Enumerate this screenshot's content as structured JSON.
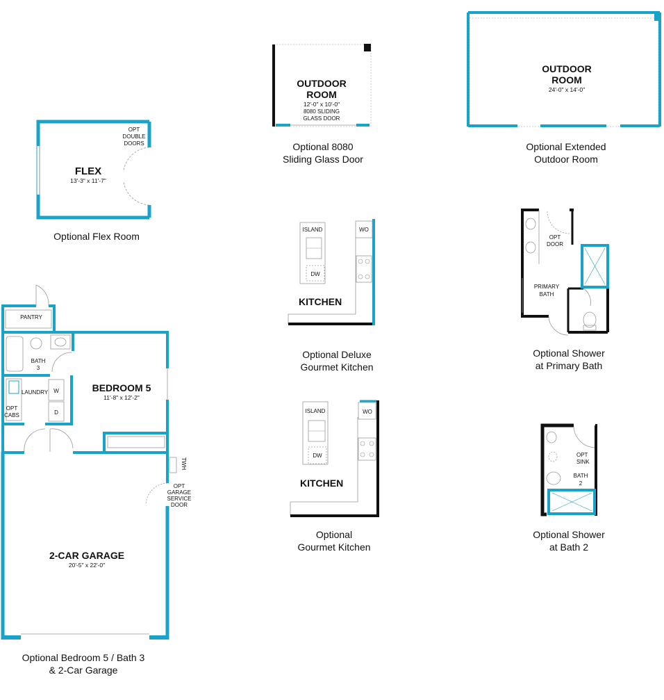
{
  "colors": {
    "wall": "#1aa3c8",
    "existing_wall": "#111111",
    "fixture": "#999999"
  },
  "flex": {
    "title": "FLEX",
    "dims": "13'-3\" x 11'-7\"",
    "opt_line1": "OPT",
    "opt_line2": "DOUBLE",
    "opt_line3": "DOORS",
    "caption": "Optional Flex Room"
  },
  "outdoor_8080": {
    "title_line1": "OUTDOOR",
    "title_line2": "ROOM",
    "dims": "12'-0\" x 10'-0\"",
    "note_line1": "8080 SLIDING",
    "note_line2": "GLASS DOOR",
    "caption_line1": "Optional 8080",
    "caption_line2": "Sliding Glass Door"
  },
  "outdoor_ext": {
    "title_line1": "OUTDOOR",
    "title_line2": "ROOM",
    "dims": "24'-0\" x 14'-0\"",
    "caption_line1": "Optional Extended",
    "caption_line2": "Outdoor Room"
  },
  "deluxe_kitchen": {
    "title": "KITCHEN",
    "island": "ISLAND",
    "dw": "DW",
    "wo": "WO",
    "caption_line1": "Optional Deluxe",
    "caption_line2": "Gourmet Kitchen"
  },
  "gourmet_kitchen": {
    "title": "KITCHEN",
    "island": "ISLAND",
    "dw": "DW",
    "wo": "WO",
    "caption_line1": "Optional",
    "caption_line2": "Gourmet Kitchen"
  },
  "primary_bath": {
    "opt_line1": "OPT",
    "opt_line2": "DOOR",
    "title_line1": "PRIMARY",
    "title_line2": "BATH",
    "caption_line1": "Optional Shower",
    "caption_line2": "at Primary Bath"
  },
  "bath2": {
    "opt_line1": "OPT",
    "opt_line2": "SINK",
    "title_line1": "BATH",
    "title_line2": "2",
    "caption_line1": "Optional Shower",
    "caption_line2": "at Bath 2"
  },
  "bedroom5": {
    "pantry": "PANTRY",
    "bath_line1": "BATH",
    "bath_line2": "3",
    "laundry": "LAUNDRY",
    "w": "W",
    "d": "D",
    "opt_line1": "OPT",
    "opt_line2": "CABS",
    "bedroom_title": "BEDROOM 5",
    "bedroom_dims": "11'-8\" x 12'-2\"",
    "twh": "TWH",
    "gsd_line1": "OPT",
    "gsd_line2": "GARAGE",
    "gsd_line3": "SERVICE",
    "gsd_line4": "DOOR",
    "garage_title": "2-CAR GARAGE",
    "garage_dims": "20'-5\" x 22'-0\"",
    "caption_line1": "Optional Bedroom 5 / Bath 3",
    "caption_line2": "& 2-Car Garage"
  }
}
